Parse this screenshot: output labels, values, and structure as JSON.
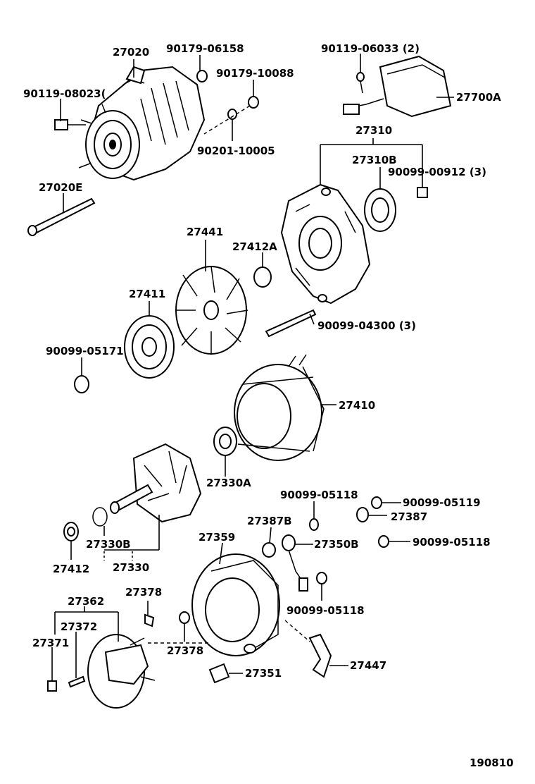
{
  "diagram_id": "190810",
  "parts": [
    {
      "key": "p27020",
      "label": "27020"
    },
    {
      "key": "p90179_06158",
      "label": "90179-06158"
    },
    {
      "key": "p90179_10088",
      "label": "90179-10088"
    },
    {
      "key": "p90119_08023",
      "label": "90119-08023("
    },
    {
      "key": "p90201_10005",
      "label": "90201-10005"
    },
    {
      "key": "p90119_06033",
      "label": "90119-06033 (2)"
    },
    {
      "key": "p27700A",
      "label": "27700A"
    },
    {
      "key": "p27310",
      "label": "27310"
    },
    {
      "key": "p27310B",
      "label": "27310B"
    },
    {
      "key": "p90099_00912",
      "label": "90099-00912 (3)"
    },
    {
      "key": "p27020E",
      "label": "27020E"
    },
    {
      "key": "p27441",
      "label": "27441"
    },
    {
      "key": "p27412A",
      "label": "27412A"
    },
    {
      "key": "p27411",
      "label": "27411"
    },
    {
      "key": "p90099_04300",
      "label": "90099-04300 (3)"
    },
    {
      "key": "p90099_05171",
      "label": "90099-05171"
    },
    {
      "key": "p27410",
      "label": "27410"
    },
    {
      "key": "p27330A",
      "label": "27330A"
    },
    {
      "key": "p90099_05118a",
      "label": "90099-05118"
    },
    {
      "key": "p90099_05119",
      "label": "90099-05119"
    },
    {
      "key": "p27387",
      "label": "27387"
    },
    {
      "key": "p27387B",
      "label": "27387B"
    },
    {
      "key": "p27350B",
      "label": "27350B"
    },
    {
      "key": "p90099_05118b",
      "label": "90099-05118"
    },
    {
      "key": "p27359",
      "label": "27359"
    },
    {
      "key": "p27330B",
      "label": "27330B"
    },
    {
      "key": "p27330",
      "label": "27330"
    },
    {
      "key": "p27412",
      "label": "27412"
    },
    {
      "key": "p90099_05118c",
      "label": "90099-05118"
    },
    {
      "key": "p27362",
      "label": "27362"
    },
    {
      "key": "p27378a",
      "label": "27378"
    },
    {
      "key": "p27372",
      "label": "27372"
    },
    {
      "key": "p27371",
      "label": "27371"
    },
    {
      "key": "p27378b",
      "label": "27378"
    },
    {
      "key": "p27351",
      "label": "27351"
    },
    {
      "key": "p27447",
      "label": "27447"
    }
  ]
}
